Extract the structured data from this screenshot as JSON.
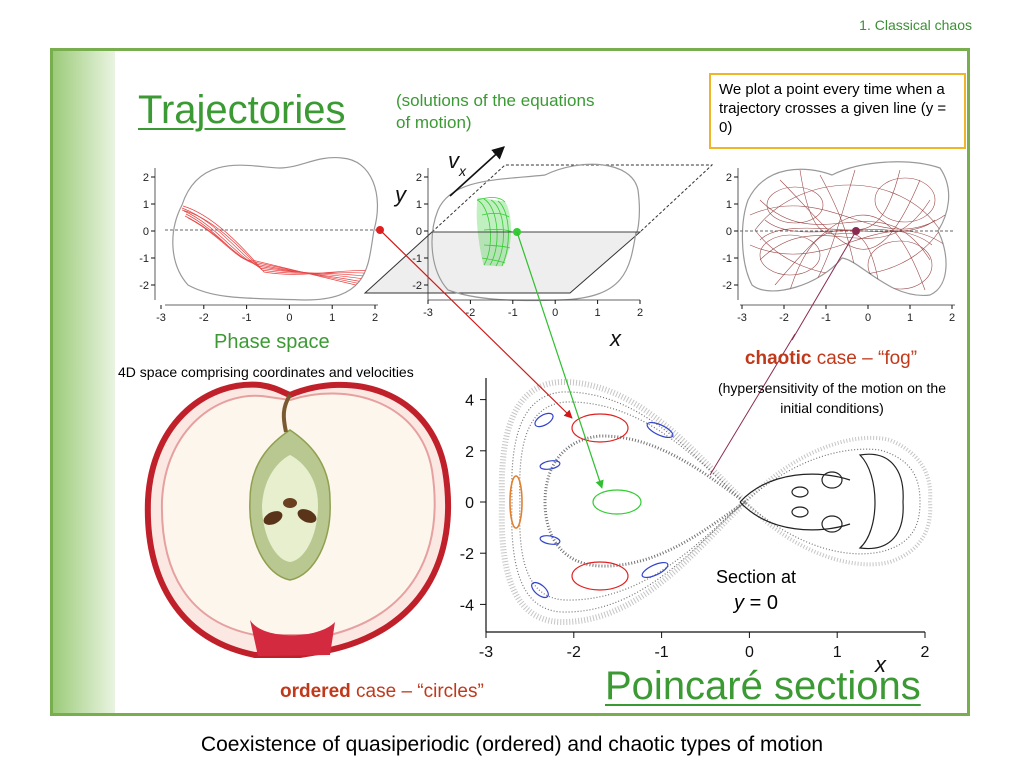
{
  "header": {
    "section": "1. Classical chaos"
  },
  "trajectories": {
    "title": "Trajectories",
    "subtitle": "(solutions of the equations of motion)"
  },
  "note": {
    "text": "We plot a point every time when a trajectory crosses a given line (y = 0)"
  },
  "phase_space": {
    "title": "Phase space",
    "subtitle": "4D space comprising coordinates and velocities"
  },
  "chaotic": {
    "keyword": "chaotic",
    "label": " case – “fog”",
    "description": "(hypersensitivity of the motion on the initial conditions)"
  },
  "ordered": {
    "keyword": "ordered",
    "label": " case – “circles”"
  },
  "section_label": {
    "line1": "Section at",
    "line2": "y = 0"
  },
  "poincare": {
    "title": "Poincaré sections"
  },
  "caption": "Coexistence of quasiperiodic (ordered) and chaotic types of motion",
  "axis_labels": {
    "vx": "v",
    "vx_sub": "x",
    "y": "y",
    "x_phase": "x",
    "x_poincare": "x"
  },
  "chart_data": {
    "type": "scatter",
    "x_ticks": [
      "-3",
      "-2",
      "-1",
      "0",
      "1",
      "2"
    ],
    "y_ticks": [
      "4",
      "2",
      "0",
      "-2",
      "-4"
    ],
    "small_x_ticks": [
      "-3",
      "-2",
      "-1",
      "0",
      "1",
      "2"
    ],
    "small_y_ticks": [
      "2",
      "1",
      "0",
      "-1",
      "-2"
    ],
    "colors": {
      "ordered_red": "#e02020",
      "green": "#33cc33",
      "blue": "#3344cc",
      "orange": "#e08030",
      "chaotic": "#8b2a2a"
    }
  }
}
